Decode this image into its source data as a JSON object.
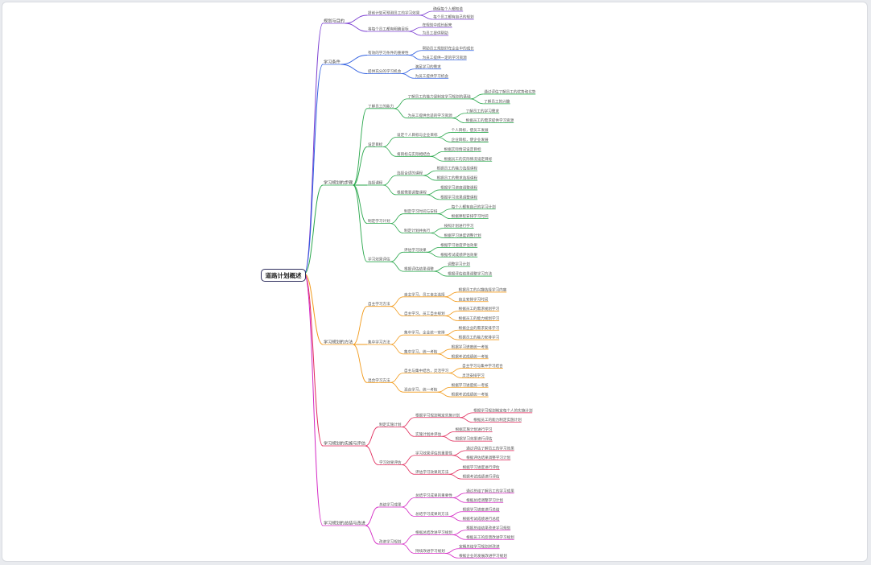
{
  "root": "道路计划概述",
  "colors": {
    "b1": "#7a3dd1",
    "b2": "#2f5fe0",
    "b3": "#27a64a",
    "b4": "#f29a1a",
    "b5": "#e0295a",
    "b6": "#d428c4"
  },
  "branches": [
    {
      "label": "规划与目的",
      "children": [
        {
          "label": "提前计划可预测员工的学习效果",
          "children": [
            {
              "label": "确保每个人都知道",
              "children": []
            },
            {
              "label": "每个员工都有自己的规划",
              "children": []
            }
          ]
        },
        {
          "label": "将每个员工都有明确目标",
          "children": [
            {
              "label": "在规划中成长起来",
              "children": []
            },
            {
              "label": "为员工提供帮助",
              "children": []
            }
          ]
        }
      ]
    },
    {
      "label": "学习条件",
      "children": [
        {
          "label": "有效的学习条件的重要性",
          "children": [
            {
              "label": "帮助员工规划好在企业中的成长",
              "children": []
            },
            {
              "label": "为员工提供一定的学习资源",
              "children": []
            }
          ]
        },
        {
          "label": "提供充分的学习机会",
          "children": [
            {
              "label": "满足学习的需求",
              "children": []
            },
            {
              "label": "为员工提供学习机会",
              "children": []
            }
          ]
        }
      ]
    },
    {
      "label": "学习规划的步骤",
      "children": [
        {
          "label": "了解员工的能力",
          "children": [
            {
              "label": "了解员工的能力是制定学习规划的基础",
              "children": [
                {
                  "label": "通过评估了解员工的优势和劣势",
                  "children": []
                },
                {
                  "label": "了解员工的兴趣",
                  "children": []
                }
              ]
            },
            {
              "label": "为员工提供合适的学习资源",
              "children": [
                {
                  "label": "了解员工的学习需求",
                  "children": []
                },
                {
                  "label": "根据员工的需求提供学习资源",
                  "children": []
                }
              ]
            }
          ]
        },
        {
          "label": "设定目标",
          "children": [
            {
              "label": "设定个人目标与企业目标",
              "children": [
                {
                  "label": "个人目标，使员工发展",
                  "children": []
                },
                {
                  "label": "企业目标，使企业发展",
                  "children": []
                }
              ]
            },
            {
              "label": "将目标与实际相结合",
              "children": [
                {
                  "label": "根据实际情况设定目标",
                  "children": []
                },
                {
                  "label": "根据员工的实际情况设定目标",
                  "children": []
                }
              ]
            }
          ]
        },
        {
          "label": "选择课程",
          "children": [
            {
              "label": "选择合适的课程",
              "children": [
                {
                  "label": "根据员工的能力选择课程",
                  "children": []
                },
                {
                  "label": "根据员工的需求选择课程",
                  "children": []
                }
              ]
            },
            {
              "label": "根据需要调整课程",
              "children": [
                {
                  "label": "根据学习进度调整课程",
                  "children": []
                },
                {
                  "label": "根据学习效果调整课程",
                  "children": []
                }
              ]
            }
          ]
        },
        {
          "label": "制定学习计划",
          "children": [
            {
              "label": "制定学习时间与安排",
              "children": [
                {
                  "label": "每个人都有自己的学习计划",
                  "children": []
                },
                {
                  "label": "根据课程安排学习时间",
                  "children": []
                }
              ]
            },
            {
              "label": "制定计划并执行",
              "children": [
                {
                  "label": "按照计划进行学习",
                  "children": []
                },
                {
                  "label": "根据学习进度调整计划",
                  "children": []
                }
              ]
            }
          ]
        },
        {
          "label": "学习效果评估",
          "children": [
            {
              "label": "评估学习效果",
              "children": [
                {
                  "label": "根据学习进度评估效果",
                  "children": []
                },
                {
                  "label": "根据考试成绩评估效果",
                  "children": []
                }
              ]
            },
            {
              "label": "根据评估结果调整",
              "children": [
                {
                  "label": "调整学习计划",
                  "children": []
                },
                {
                  "label": "根据评估结果调整学习方法",
                  "children": []
                }
              ]
            }
          ]
        }
      ]
    },
    {
      "label": "学习规划的方法",
      "children": [
        {
          "label": "自主学习方法",
          "children": [
            {
              "label": "自主学习，员工自主选择",
              "children": [
                {
                  "label": "根据员工的兴趣选择学习内容",
                  "children": []
                },
                {
                  "label": "自主安排学习时间",
                  "children": []
                }
              ]
            },
            {
              "label": "自主学习，员工自主规划",
              "children": [
                {
                  "label": "根据员工的需求规划学习",
                  "children": []
                },
                {
                  "label": "根据员工的能力规划学习",
                  "children": []
                }
              ]
            }
          ]
        },
        {
          "label": "集中学习方法",
          "children": [
            {
              "label": "集中学习，企业统一安排",
              "children": [
                {
                  "label": "根据企业的需求安排学习",
                  "children": []
                },
                {
                  "label": "根据员工的能力安排学习",
                  "children": []
                }
              ]
            },
            {
              "label": "集中学习，统一考核",
              "children": [
                {
                  "label": "根据学习进度统一考核",
                  "children": []
                },
                {
                  "label": "根据考试成绩统一考核",
                  "children": []
                }
              ]
            }
          ]
        },
        {
          "label": "混合学习方法",
          "children": [
            {
              "label": "自主与集中结合，灵活学习",
              "children": [
                {
                  "label": "自主学习与集中学习结合",
                  "children": []
                },
                {
                  "label": "灵活安排学习",
                  "children": []
                }
              ]
            },
            {
              "label": "混合学习，统一考核",
              "children": [
                {
                  "label": "根据学习进度统一考核",
                  "children": []
                },
                {
                  "label": "根据考试成绩统一考核",
                  "children": []
                }
              ]
            }
          ]
        }
      ]
    },
    {
      "label": "学习规划的实施与评估",
      "children": [
        {
          "label": "制定实施计划",
          "children": [
            {
              "label": "根据学习规划制定实施计划",
              "children": [
                {
                  "label": "根据学习规划制定每个人的实施计划",
                  "children": []
                },
                {
                  "label": "根据员工的能力制定实施计划",
                  "children": []
                }
              ]
            },
            {
              "label": "实施计划并评估",
              "children": [
                {
                  "label": "根据实施计划进行学习",
                  "children": []
                },
                {
                  "label": "根据学习效果进行评估",
                  "children": []
                }
              ]
            }
          ]
        },
        {
          "label": "学习效果评估",
          "children": [
            {
              "label": "学习效果评估的重要性",
              "children": [
                {
                  "label": "通过评估了解员工的学习效果",
                  "children": []
                },
                {
                  "label": "根据评估结果调整学习计划",
                  "children": []
                }
              ]
            },
            {
              "label": "评估学习效果的方法",
              "children": [
                {
                  "label": "根据学习进度进行评估",
                  "children": []
                },
                {
                  "label": "根据考试成绩进行评估",
                  "children": []
                }
              ]
            }
          ]
        }
      ]
    },
    {
      "label": "学习规划的总结与改进",
      "children": [
        {
          "label": "总结学习成果",
          "children": [
            {
              "label": "总结学习成果的重要性",
              "children": [
                {
                  "label": "通过总结了解员工的学习成果",
                  "children": []
                },
                {
                  "label": "根据总结调整学习计划",
                  "children": []
                }
              ]
            },
            {
              "label": "总结学习成果的方法",
              "children": [
                {
                  "label": "根据学习进度进行总结",
                  "children": []
                },
                {
                  "label": "根据考试成绩进行总结",
                  "children": []
                }
              ]
            }
          ]
        },
        {
          "label": "改进学习规划",
          "children": [
            {
              "label": "根据总结改进学习规划",
              "children": [
                {
                  "label": "根据总结结果改进学习规划",
                  "children": []
                },
                {
                  "label": "根据员工的反馈改进学习规划",
                  "children": []
                }
              ]
            },
            {
              "label": "持续改进学习规划",
              "children": [
                {
                  "label": "定期总结学习规划并改进",
                  "children": []
                },
                {
                  "label": "根据企业的发展改进学习规划",
                  "children": []
                }
              ]
            }
          ]
        }
      ]
    }
  ]
}
